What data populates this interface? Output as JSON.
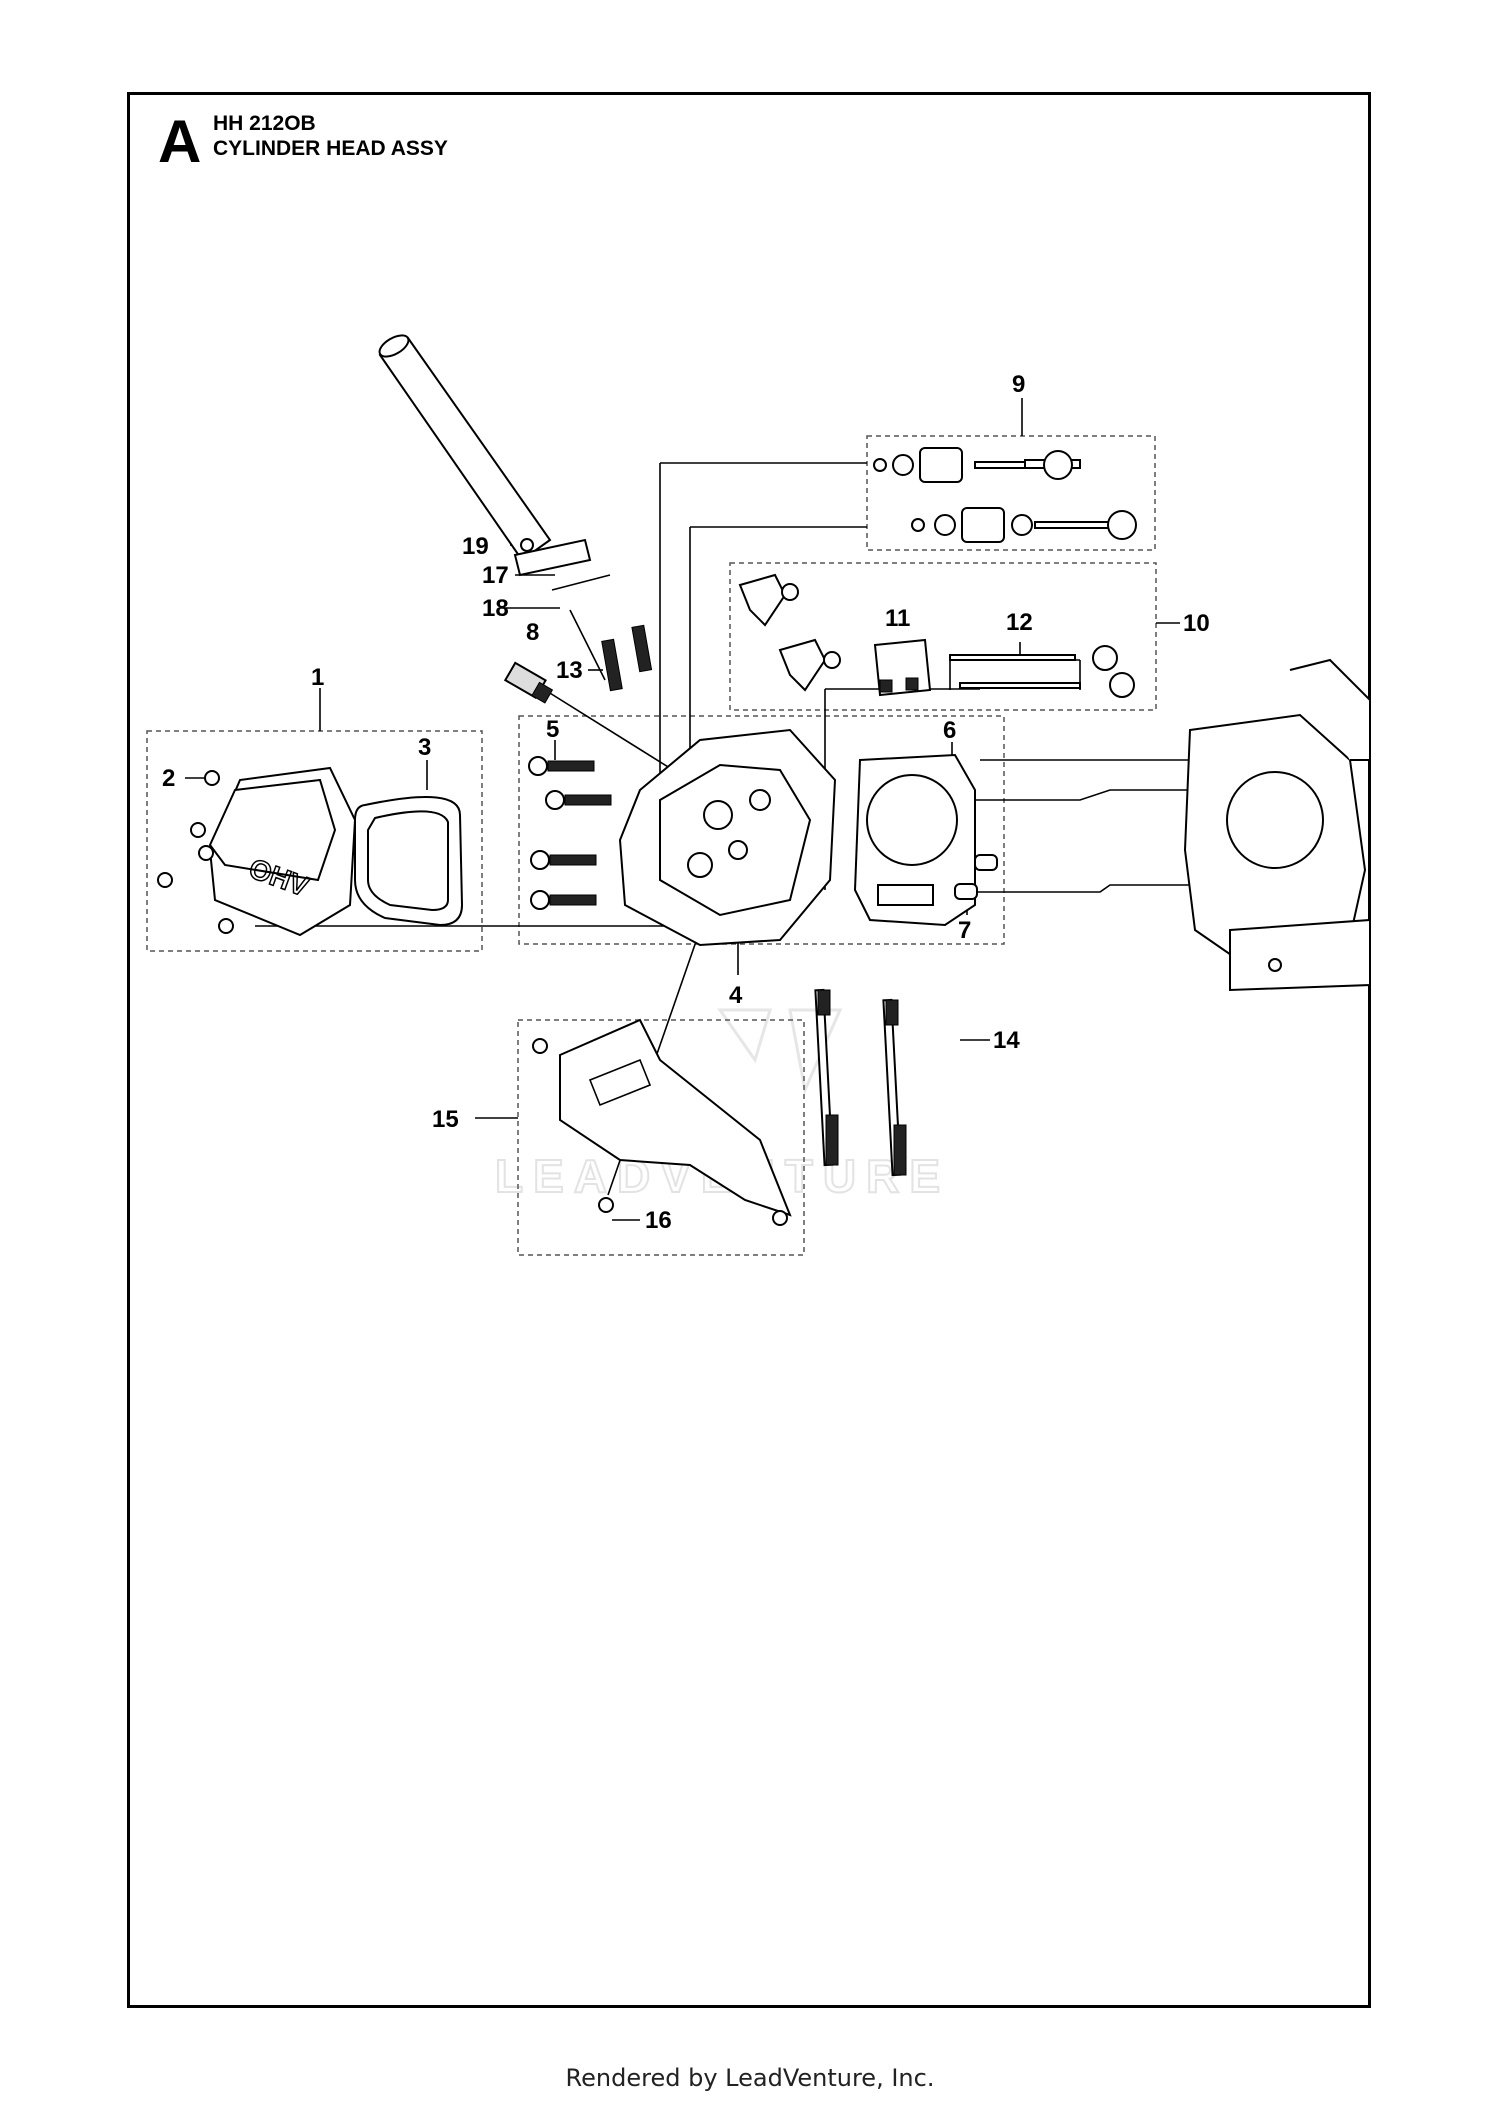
{
  "header": {
    "section_letter": "A",
    "model": "HH 212OB",
    "title": "CYLINDER HEAD ASSY"
  },
  "callouts": [
    "1",
    "2",
    "3",
    "4",
    "5",
    "6",
    "7",
    "8",
    "9",
    "10",
    "11",
    "12",
    "13",
    "14",
    "15",
    "16",
    "17",
    "18",
    "19"
  ],
  "watermark": "LEADVENTURE",
  "footer": "Rendered by LeadVenture, Inc."
}
